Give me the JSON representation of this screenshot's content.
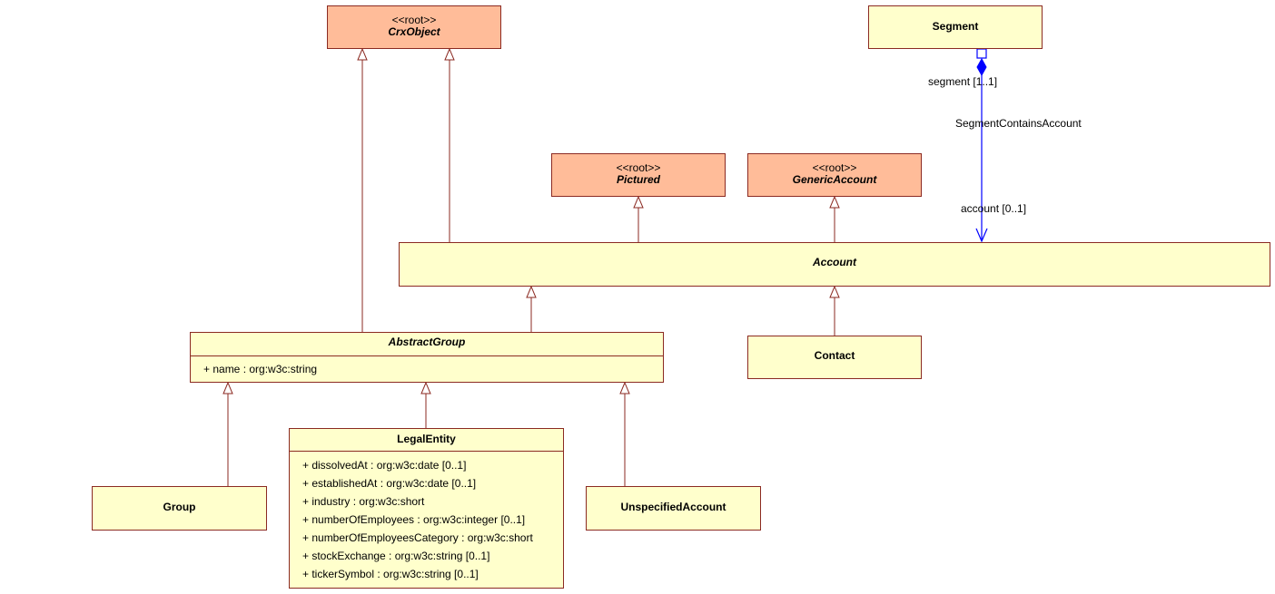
{
  "classes": {
    "crxobject": {
      "stereotype": "<<root>>",
      "name": "CrxObject"
    },
    "segment": {
      "name": "Segment"
    },
    "pictured": {
      "stereotype": "<<root>>",
      "name": "Pictured"
    },
    "genericaccount": {
      "stereotype": "<<root>>",
      "name": "GenericAccount"
    },
    "account": {
      "name": "Account"
    },
    "abstractgroup": {
      "name": "AbstractGroup",
      "attributes": [
        "+ name : org:w3c:string"
      ]
    },
    "contact": {
      "name": "Contact"
    },
    "legalentity": {
      "name": "LegalEntity",
      "attributes": [
        "+ dissolvedAt : org:w3c:date [0..1]",
        "+ establishedAt : org:w3c:date [0..1]",
        "+ industry : org:w3c:short",
        "+ numberOfEmployees : org:w3c:integer [0..1]",
        "+ numberOfEmployeesCategory : org:w3c:short",
        "+ stockExchange : org:w3c:string [0..1]",
        "+ tickerSymbol : org:w3c:string [0..1]"
      ]
    },
    "group": {
      "name": "Group"
    },
    "unspecifiedaccount": {
      "name": "UnspecifiedAccount"
    }
  },
  "association": {
    "name": "SegmentContainsAccount",
    "source_role": "segment [1..1]",
    "target_role": "account [0..1]"
  },
  "colors": {
    "class_fill": "#ffffcc",
    "root_fill": "#ffbc99",
    "border": "#8b2a22",
    "association": "#0000ff"
  }
}
